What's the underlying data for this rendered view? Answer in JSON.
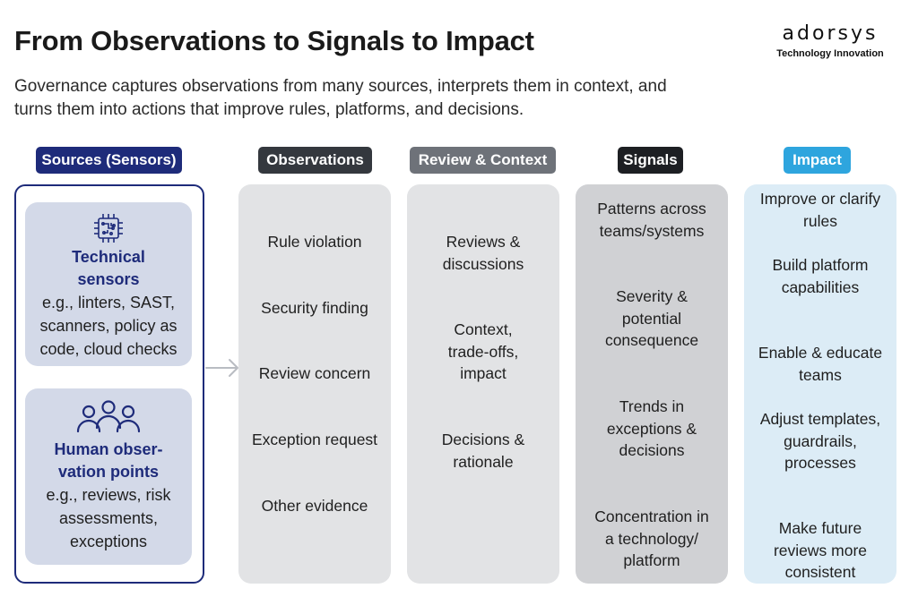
{
  "header": {
    "title": "From Observations to Signals to Impact",
    "subtitle": "Governance captures observations from many sources, interprets them in context, and turns them into actions that improve rules, platforms, and decisions."
  },
  "logo": {
    "wordmark": "adorsys",
    "tagline": "Technology Innovation"
  },
  "columns": {
    "sources": {
      "label": "Sources (Sensors)",
      "technical": {
        "icon": "chip-icon",
        "title_line1": "Technical",
        "title_line2": "sensors",
        "body_line1": "e.g., linters, SAST,",
        "body_line2": "scanners, policy as",
        "body_line3": "code, cloud checks"
      },
      "human": {
        "icon": "people-icon",
        "title_line1": "Human obser-",
        "title_line2": "vation points",
        "body_line1": "e.g., reviews, risk",
        "body_line2": "assessments,",
        "body_line3": "exceptions"
      }
    },
    "observations": {
      "label": "Observations",
      "items": [
        "Rule violation",
        "Security finding",
        "Review concern",
        "Exception request",
        "Other evidence"
      ]
    },
    "review": {
      "label": "Review & Context",
      "items": [
        [
          "Reviews &",
          "discussions"
        ],
        [
          "Context,",
          "trade-offs,",
          "impact"
        ],
        [
          "Decisions &",
          "rationale"
        ]
      ]
    },
    "signals": {
      "label": "Signals",
      "items": [
        [
          "Patterns across",
          "teams/systems"
        ],
        [
          "Severity &",
          "potential",
          "consequence"
        ],
        [
          "Trends in",
          "exceptions &",
          "decisions"
        ],
        [
          "Concentration in",
          "a technology/",
          "platform"
        ]
      ]
    },
    "impact": {
      "label": "Impact",
      "items": [
        [
          "Improve or clarify",
          "rules"
        ],
        [
          "Build platform",
          "capabilities"
        ],
        [
          "Enable & educate",
          "teams"
        ],
        [
          "Adjust templates,",
          "guardrails,",
          "processes"
        ],
        [
          "Make future",
          "reviews more",
          "consistent"
        ]
      ]
    }
  },
  "colors": {
    "sources_header": "#1e2b7a",
    "observations_header": "#34383e",
    "review_header": "#6e7279",
    "signals_header": "#1d1f23",
    "impact_header": "#2ea5de",
    "impact_panel": "#dcecf6"
  }
}
